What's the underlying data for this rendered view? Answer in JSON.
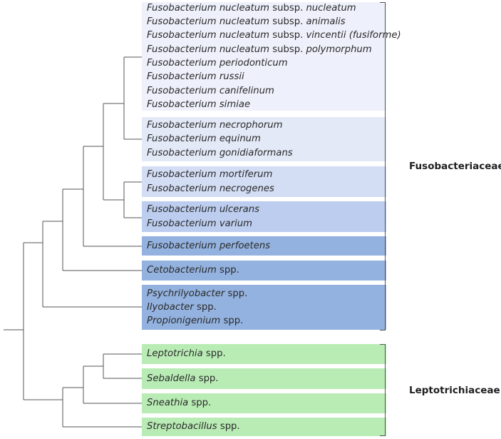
{
  "colors": {
    "tier1": "#eef1fb",
    "tier2": "#e3e9f7",
    "tier3": "#d3ddf4",
    "tier4": "#bccdef",
    "tier5": "#93b2df",
    "leptotrichia": "#b9ecb5",
    "line": "#555555"
  },
  "families": {
    "fusobacteriaceae": "Fusobacteriaceae",
    "leptotrichiaceae": "Leptotrichiaceae"
  },
  "groups": [
    {
      "tier": "tier1",
      "taxa": [
        {
          "italic": "Fusobacterium nucleatum",
          "suffix": " subsp. ",
          "italic2": "nucleatum"
        },
        {
          "italic": "Fusobacterium nucleatum",
          "suffix": " subsp. ",
          "italic2": "animalis"
        },
        {
          "italic": "Fusobacterium nucleatum",
          "suffix": " subsp. ",
          "italic2": "vincentii (fusiforme)"
        },
        {
          "italic": "Fusobacterium nucleatum",
          "suffix": " subsp. ",
          "italic2": "polymorphum"
        },
        {
          "italic": "Fusobacterium periodonticum",
          "suffix": "",
          "italic2": ""
        },
        {
          "italic": "Fusobacterium russii",
          "suffix": "",
          "italic2": ""
        },
        {
          "italic": "Fusobacterium canifelinum",
          "suffix": "",
          "italic2": ""
        },
        {
          "italic": "Fusobacterium simiae",
          "suffix": "",
          "italic2": ""
        }
      ]
    },
    {
      "tier": "tier2",
      "taxa": [
        {
          "italic": "Fusobacterium necrophorum",
          "suffix": "",
          "italic2": ""
        },
        {
          "italic": "Fusobacterium equinum",
          "suffix": "",
          "italic2": ""
        },
        {
          "italic": "Fusobacterium gonidiaformans",
          "suffix": "",
          "italic2": ""
        }
      ]
    },
    {
      "tier": "tier3",
      "taxa": [
        {
          "italic": "Fusobacterium mortiferum",
          "suffix": "",
          "italic2": ""
        },
        {
          "italic": "Fusobacterium necrogenes",
          "suffix": "",
          "italic2": ""
        }
      ]
    },
    {
      "tier": "tier4",
      "taxa": [
        {
          "italic": "Fusobacterium ulcerans",
          "suffix": "",
          "italic2": ""
        },
        {
          "italic": "Fusobacterium varium",
          "suffix": "",
          "italic2": ""
        }
      ]
    },
    {
      "tier": "tier5",
      "taxa": [
        {
          "italic": "Fusobacterium perfoetens",
          "suffix": "",
          "italic2": ""
        }
      ]
    },
    {
      "tier": "tier5",
      "taxa": [
        {
          "italic": "Cetobacterium",
          "suffix": " spp.",
          "italic2": ""
        }
      ]
    },
    {
      "tier": "tier5",
      "taxa": [
        {
          "italic": "Psychrilyobacter",
          "suffix": " spp.",
          "italic2": ""
        },
        {
          "italic": "Ilyobacter",
          "suffix": " spp.",
          "italic2": ""
        },
        {
          "italic": "Propionigenium",
          "suffix": " spp.",
          "italic2": ""
        }
      ]
    },
    {
      "tier": "leptotrichia",
      "taxa": [
        {
          "italic": "Leptotrichia",
          "suffix": " spp.",
          "italic2": ""
        }
      ]
    },
    {
      "tier": "leptotrichia",
      "taxa": [
        {
          "italic": "Sebaldella",
          "suffix": " spp.",
          "italic2": ""
        }
      ]
    },
    {
      "tier": "leptotrichia",
      "taxa": [
        {
          "italic": "Sneathia",
          "suffix": " spp.",
          "italic2": ""
        }
      ]
    },
    {
      "tier": "leptotrichia",
      "taxa": [
        {
          "italic": "Streptobacillus",
          "suffix": " spp.",
          "italic2": ""
        }
      ]
    }
  ]
}
